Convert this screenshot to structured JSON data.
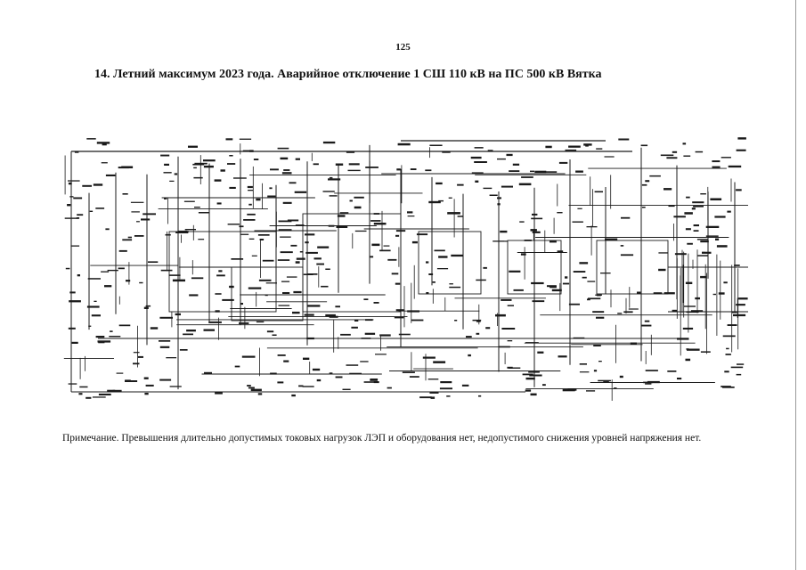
{
  "page": {
    "number": "125",
    "title": "14. Летний максимум 2023 года. Аварийное отключение 1 СШ 110 кВ на ПС 500 кВ Вятка",
    "note": "Примечание. Превышения длительно допустимых токовых нагрузок ЛЭП и оборудования нет, недопустимого снижения уровней напряжения нет."
  },
  "diagram": {
    "ink_color": "#1a1a1a"
  }
}
